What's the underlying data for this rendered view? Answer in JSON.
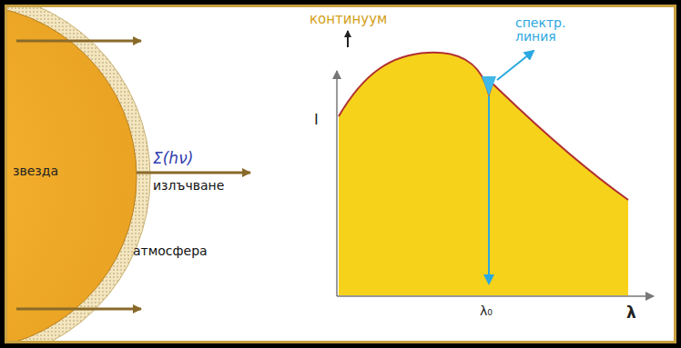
{
  "diagram": {
    "nodes": [
      {
        "text": [
          "звезда"
        ]
      }
    ],
    "labels": [
      "Σ(hν)",
      "излъчване",
      "атмосфера",
      "континуум",
      "спектр. линия",
      "I",
      "λ₀",
      "λ"
    ]
  }
}
